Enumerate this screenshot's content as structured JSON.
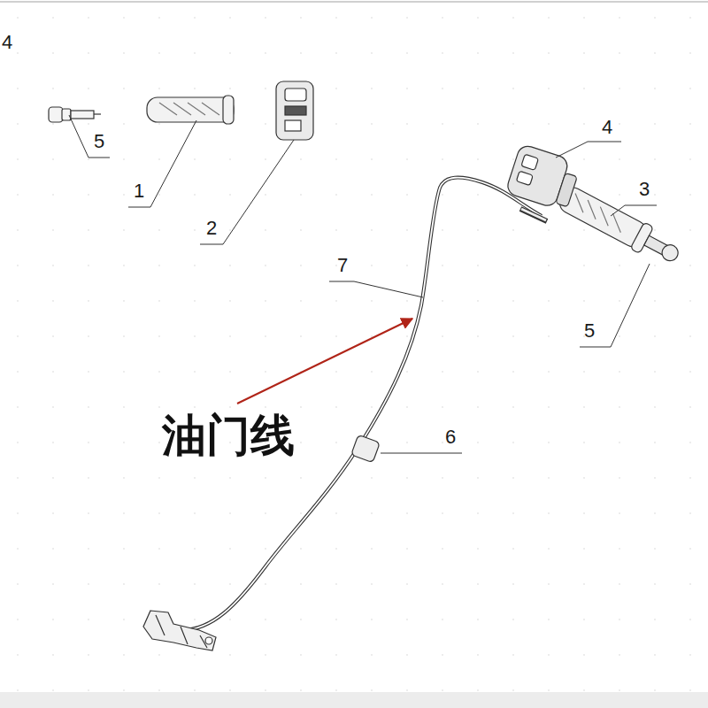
{
  "diagram": {
    "labels": [
      "4",
      "5",
      "1",
      "2",
      "4",
      "3",
      "7",
      "5",
      "油门线",
      "6"
    ]
  }
}
